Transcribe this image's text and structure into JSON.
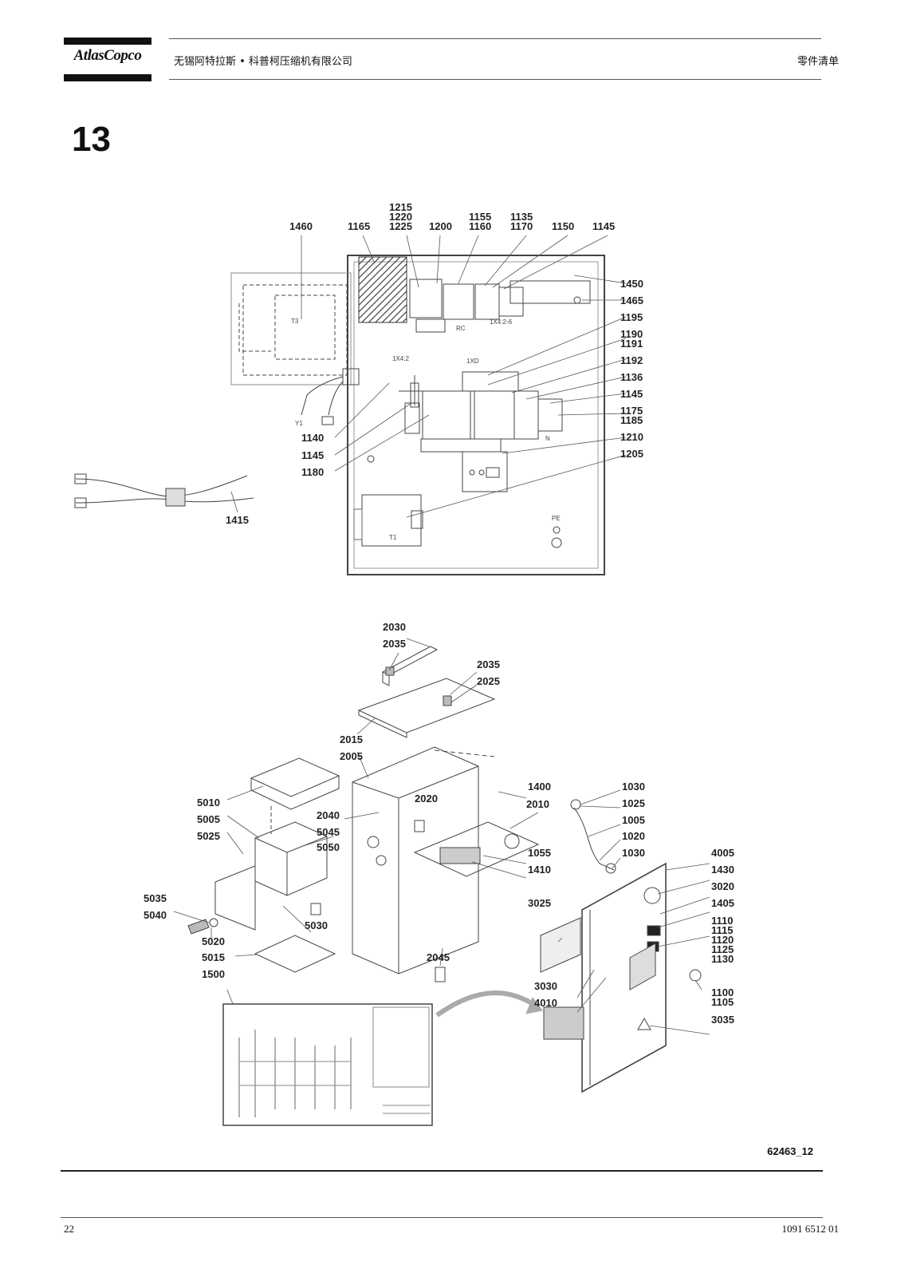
{
  "header": {
    "logo_text": "AtlasCopco",
    "company": "无锡阿特拉斯 • 科普柯压缩机有限公司",
    "doc_type": "零件清单"
  },
  "section_number": "13",
  "figure1": {
    "inner_texts": [
      "T3",
      "Y1",
      "1X4:2",
      "1XD",
      "RC",
      "1X4:2-6",
      "N",
      "PE",
      "T1"
    ],
    "labels": [
      "1215",
      "1220",
      "1225",
      "1460",
      "1165",
      "1200",
      "1155",
      "1160",
      "1135",
      "1170",
      "1150",
      "1145",
      "1450",
      "1465",
      "1195",
      "1190",
      "1191",
      "1192",
      "1136",
      "1145",
      "1175",
      "1185",
      "1210",
      "1205",
      "1140",
      "1145",
      "1180",
      "1415"
    ]
  },
  "figure2": {
    "labels": [
      "2030",
      "2035",
      "2035",
      "2025",
      "2015",
      "2005",
      "5010",
      "5005",
      "5025",
      "2040",
      "5045",
      "5050",
      "2020",
      "2010",
      "1400",
      "1030",
      "1025",
      "1005",
      "1020",
      "1030",
      "1055",
      "1410",
      "4005",
      "1430",
      "3020",
      "1405",
      "1110",
      "1115",
      "1120",
      "1125",
      "1130",
      "3025",
      "3030",
      "4010",
      "1100",
      "1105",
      "3035",
      "5035",
      "5040",
      "5020",
      "5030",
      "5015",
      "2045",
      "1500"
    ]
  },
  "figure_ref": "62463_12",
  "footer": {
    "page_number": "22",
    "doc_number": "1091 6512 01"
  }
}
